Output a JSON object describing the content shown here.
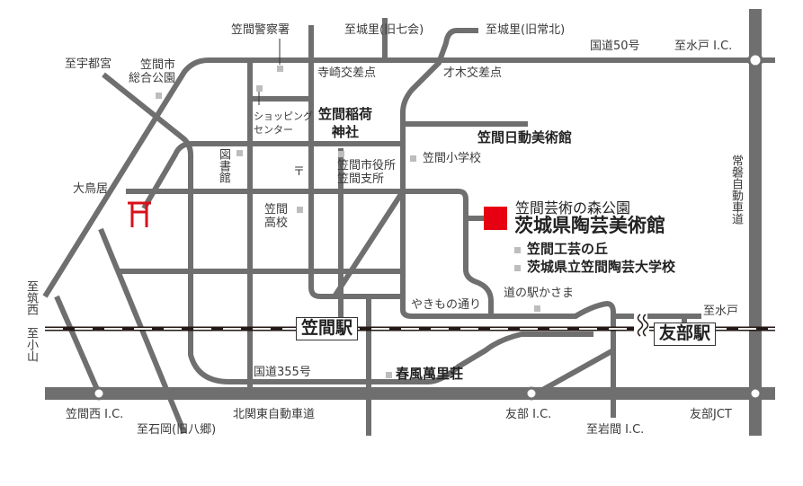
{
  "colors": {
    "road": "#6f6f6f",
    "rail_dark": "#231815",
    "rail_light": "#ffffff",
    "accent_red": "#e60012",
    "torii_red": "#d7111c",
    "poi_marker": "#bdbdbd",
    "text": "#3a3a3a"
  },
  "labels": {
    "police": "笠間警察署",
    "to_shirosato_nanakai": "至城里(旧七会)",
    "to_shirosato_tsunekita": "至城里(旧常北)",
    "route50": "国道50号",
    "to_mito_ic": "至水戸 I.C.",
    "to_utsunomiya": "至宇都宮",
    "sogo_park": "笠間市\n総合公園",
    "terasaki_crossing": "寺崎交差点",
    "saiki_crossing": "才木交差点",
    "shopping_center": "ショッピング\nセンター",
    "inari_shrine": "笠間稲荷\n　神社",
    "nichido_museum": "笠間日動美術館",
    "library": "図書館",
    "post_office_symbol": "〒",
    "city_office": "笠間市役所\n笠間支所",
    "elementary_school": "笠間小学校",
    "joban_expressway": "常磐自動車道",
    "otorii": "大鳥居",
    "high_school": "笠間\n高校",
    "art_forest_park": "笠間芸術の森公園",
    "ceramic_museum": "茨城県陶芸美術館",
    "craft_hill": "笠間工芸の丘",
    "ceramic_college": "茨城県立笠間陶芸大学校",
    "michinoeki": "道の駅かさま",
    "yakimono_street": "やきもの通り",
    "to_mito": "至水戸",
    "to_chikusei": "至筑西",
    "to_oyama": "至小山",
    "route355": "国道355号",
    "shunpu_banri_so": "春風萬里荘",
    "kasama_nishi_ic": "笠間西 I.C.",
    "to_ishioka": "至石岡(旧八郷)",
    "kitakanto_expressway": "北関東自動車道",
    "tomobe_ic": "友部 I.C.",
    "to_iwama_ic": "至岩間 I.C.",
    "tomobe_jct": "友部JCT"
  },
  "stations": {
    "kasama": "笠間駅",
    "tomobe": "友部駅"
  },
  "icons": {
    "torii": "torii-gate-icon",
    "museum": "red-square-destination-icon",
    "poi": "gray-square-marker-icon",
    "interchange": "white-circle-interchange-icon",
    "rail_break": "wavy-break-icon"
  }
}
